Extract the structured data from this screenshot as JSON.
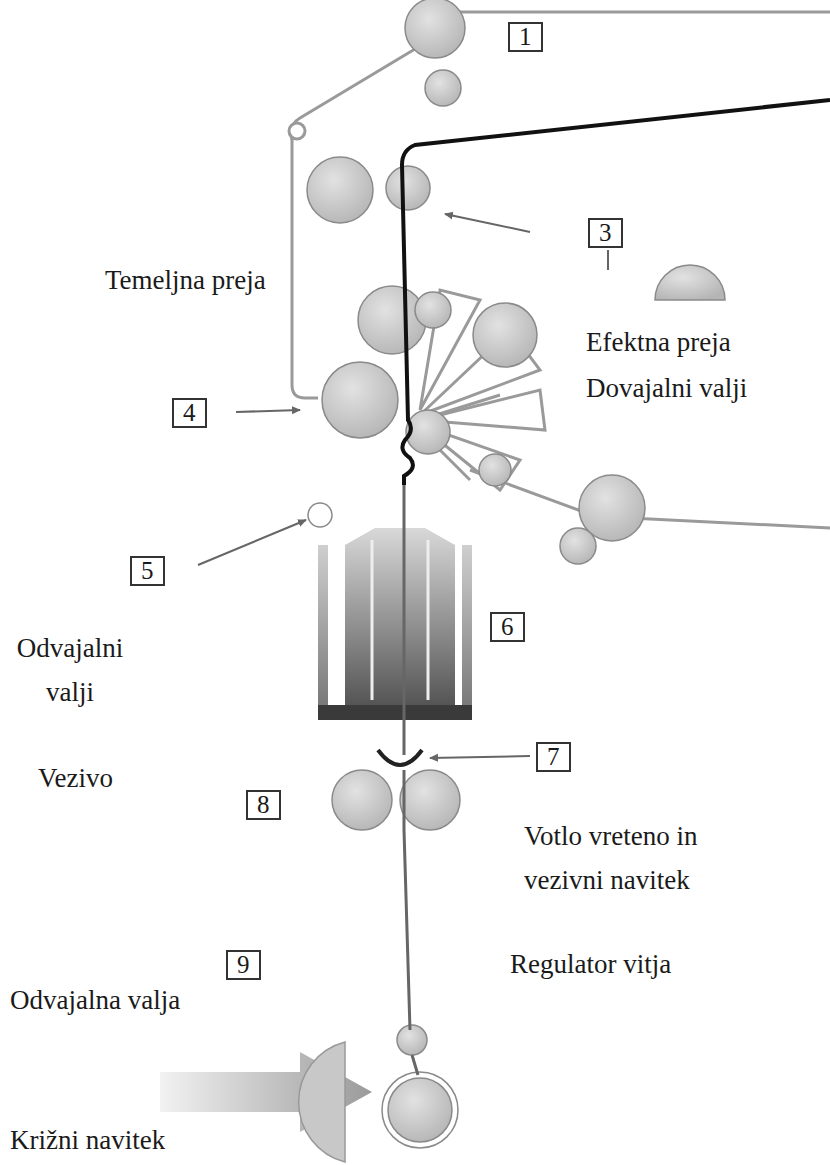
{
  "diagram": {
    "nodes": [
      {
        "text": [
          "1"
        ]
      },
      {
        "text": [
          "3"
        ]
      },
      {
        "text": [
          "4"
        ]
      },
      {
        "text": [
          "5"
        ]
      },
      {
        "text": [
          "6"
        ]
      },
      {
        "text": [
          "7"
        ]
      },
      {
        "text": [
          "8"
        ]
      },
      {
        "text": [
          "9"
        ]
      }
    ],
    "labels": [
      "Temeljna preja",
      "Efektna preja",
      "Dovajalni valji",
      "Odvajalni valji",
      "Vezivo",
      "Votlo vreteno in vezivni navitek",
      "Regulator vitja",
      "Odvajalna valja",
      "Križni navitek"
    ]
  }
}
